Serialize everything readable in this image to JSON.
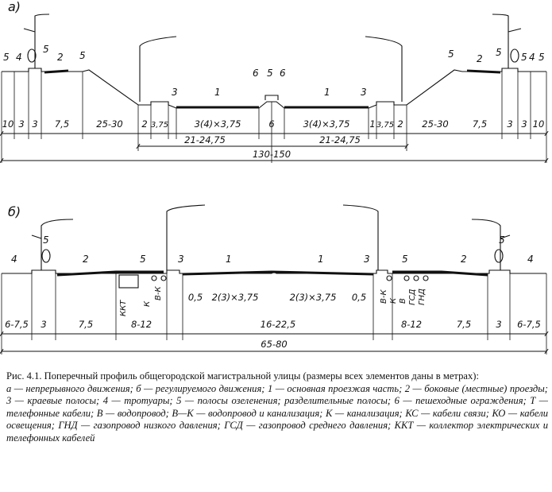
{
  "figure": {
    "a": {
      "letter": "а)",
      "top_labels": [
        "5",
        "4",
        "5",
        "2",
        "5",
        "3",
        "1",
        "6",
        "5",
        "6",
        "1",
        "3",
        "5",
        "2",
        "5",
        "5",
        "4",
        "5"
      ],
      "widths": [
        "10",
        "3",
        "3",
        "7,5",
        "25-30",
        "2",
        "3,75",
        "3(4)×3,75",
        "6",
        "3(4)×3,75",
        "1",
        "3,75",
        "2",
        "25-30",
        "7,5",
        "3",
        "3",
        "10"
      ],
      "dim_roadway_left": "21-24,75",
      "dim_roadway_right": "21-24,75",
      "dim_total": "130-150"
    },
    "b": {
      "letter": "б)",
      "top_labels": [
        "4",
        "5",
        "2",
        "5",
        "3",
        "1",
        "1",
        "3",
        "5",
        "2",
        "5",
        "4"
      ],
      "widths": [
        "6-7,5",
        "3",
        "7,5",
        "8-12",
        "0,5",
        "2(3)×3,75",
        "2(3)×3,75",
        "0,5",
        "8-12",
        "7,5",
        "3",
        "6-7,5"
      ],
      "dim_center": "16-22,5",
      "dim_total": "65-80",
      "utility_labels": [
        "ККТ",
        "К",
        "В-К",
        "В-К",
        "К",
        "В",
        "ГСД",
        "ГНД"
      ]
    }
  },
  "caption": {
    "title": "Рис. 4.1. Поперечный профиль общегородской магистральной улицы (размеры всех элементов даны в метрах):",
    "legend": "а — непрерывного движения; б — регулируемого движения; 1 — основная проезжая часть; 2 — боковые (местные) проезды; 3 — краевые полосы; 4 — тротуары; 5 — полосы озеленения; разделительные полосы; 6 — пешеходные ограждения; Т — телефонные кабели; В — водопровод; В—К — водопровод и канализация; К — канализация; КС — кабели связи; КО — кабели освещения; ГНД — газопровод низкого давления; ГСД — газопровод среднего давления; ККТ — коллектор электрических и телефонных кабелей"
  }
}
